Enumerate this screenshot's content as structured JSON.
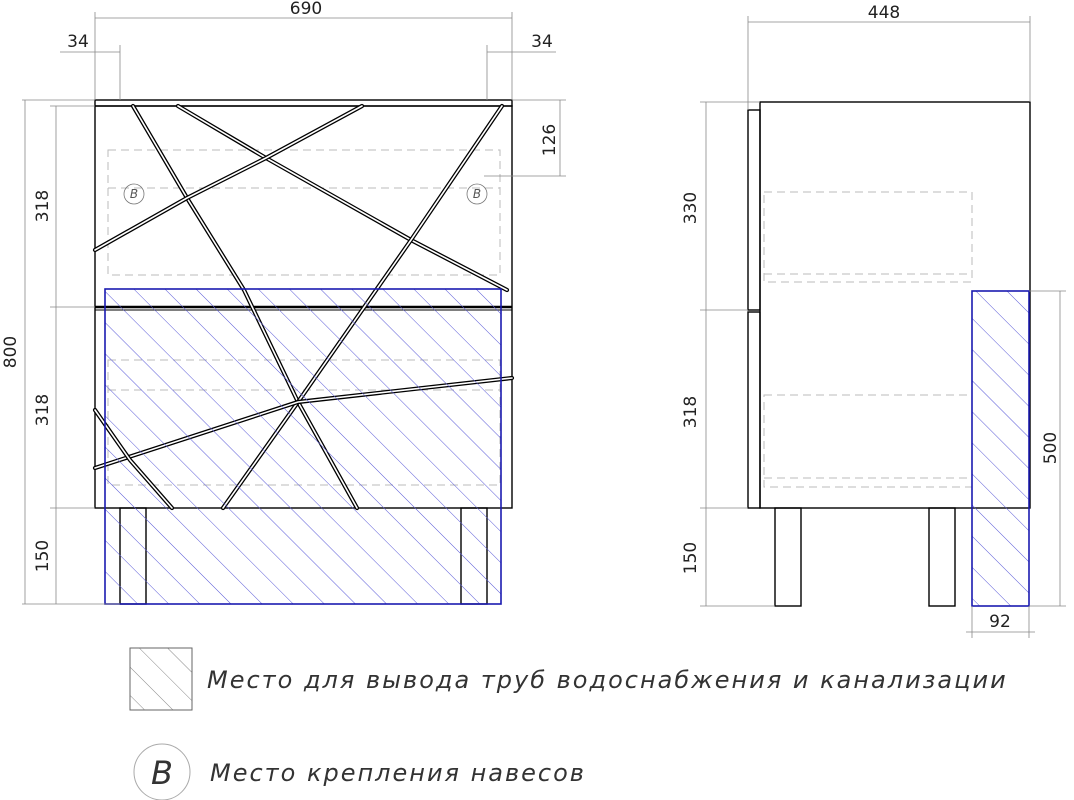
{
  "dimensions": {
    "front": {
      "total_width": "690",
      "side_offset_left": "34",
      "side_offset_right": "34",
      "hinge_height": "126",
      "upper_drawer_height": "318",
      "lower_drawer_height": "318",
      "total_height": "800",
      "legs_height": "150"
    },
    "side": {
      "total_depth": "448",
      "upper_drawer_height": "330",
      "lower_drawer_height": "318",
      "legs_height": "150",
      "pipe_zone_height": "500",
      "pipe_zone_width": "92"
    }
  },
  "markers": {
    "mount_letter_left": "B",
    "mount_letter_right": "B"
  },
  "legend": {
    "pipes_label": "Место для вывода труб водоснабжения и канализации",
    "mount_letter": "B",
    "mount_label": "Место крепления навесов"
  },
  "colors": {
    "zone_stroke": "#1a1ab0",
    "zone_hatch": "#5a5ad8",
    "outline": "#000000",
    "dimension_line": "#888888"
  }
}
